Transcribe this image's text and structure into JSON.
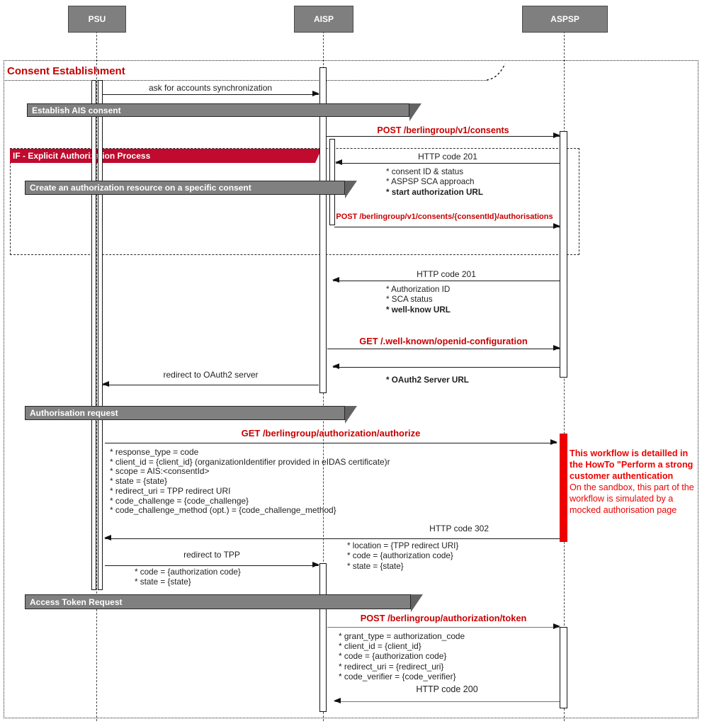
{
  "actors": {
    "psu": "PSU",
    "aisp": "AISP",
    "aspsp": "ASPSP"
  },
  "frame_title": "Consent Establishment",
  "if_fragment_title": "IF -  Explicit Authorization Process",
  "banners": {
    "establish": "Establish AIS consent",
    "create_auth": "Create an authorization resource on a specific consent",
    "auth_request": "Authorisation request",
    "token_request": "Access Token Request"
  },
  "messages": {
    "ask_sync": "ask for accounts synchronization",
    "post_consents": "POST /berlingroup/v1/consents",
    "http_201_consent": "HTTP code 201",
    "post_authorisations": "POST /berlingroup/v1/consents/{consentId}/authorisations",
    "http_201_auth": "HTTP code 201",
    "get_wellknown": "GET /.well-known/openid-configuration",
    "redirect_oauth": "redirect to OAuth2 server",
    "get_authorize": "GET /berlingroup/authorization/authorize",
    "http_302": "HTTP code 302",
    "redirect_tpp": "redirect to TPP",
    "post_token": "POST /berlingroup/authorization/token",
    "http_200": "HTTP code 200"
  },
  "details": {
    "consent_response": [
      "* consent ID & status",
      "* ASPSP SCA approach",
      "* start authorization URL"
    ],
    "auth_response": [
      "* Authorization ID",
      "* SCA status",
      "* well-know URL"
    ],
    "oauth_server": "* OAuth2 Server URL",
    "authorize_params": [
      "* response_type = code",
      "* client_id = {client_id} (organizationIdentifier provided in eIDAS certificate)r",
      "* scope = AIS:<consentId>",
      "* state = {state}",
      "* redirect_uri = TPP redirect URI",
      "* code_challenge = {code_challenge}",
      "* code_challenge_method (opt.) = {code_challenge_method}"
    ],
    "http302_params": [
      "* location = {TPP redirect URI}",
      "* code = {authorization code}",
      "* state = {state}"
    ],
    "redirect_tpp_params": [
      "* code = {authorization code}",
      "* state = {state}"
    ],
    "token_params": [
      "* grant_type = authorization_code",
      "* client_id = {client_id}",
      "* code = {authorization code}",
      "* redirect_uri = {redirect_uri}",
      "* code_verifier = {code_verifier}"
    ]
  },
  "side_note": {
    "bold_text": "This workflow is detailled in the HowTo \"Perform a strong customer authentication",
    "text": "On the sandbox, this part of the workflow is simulated by a mocked authorisation page"
  },
  "colors": {
    "message_red": "#c80000",
    "banner_red": "#c00a2e",
    "note_red": "#ee0000",
    "gray": "#808080"
  }
}
